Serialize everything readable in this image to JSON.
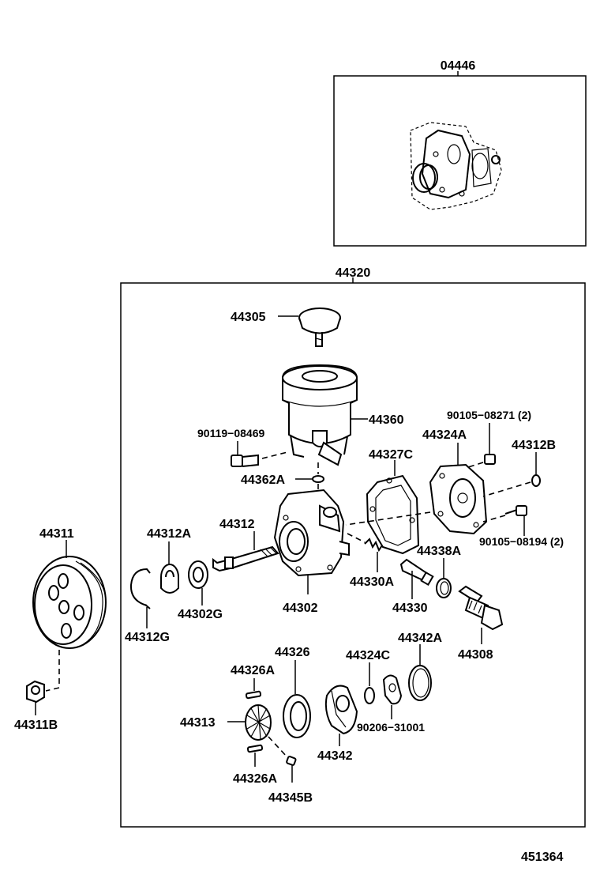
{
  "parts": {
    "p04446": "04446",
    "p44320": "44320",
    "p44305": "44305",
    "p44360": "44360",
    "p90119": "90119−08469",
    "p44362A": "44362A",
    "p90105_08271": "90105−08271 (2)",
    "p44324A": "44324A",
    "p44312B": "44312B",
    "p44327C": "44327C",
    "p90105_08194": "90105−08194 (2)",
    "p44311": "44311",
    "p44312A": "44312A",
    "p44312": "44312",
    "p44302G": "44302G",
    "p44312G": "44312G",
    "p44302": "44302",
    "p44330A": "44330A",
    "p44338A": "44338A",
    "p44330": "44330",
    "p44308": "44308",
    "p44326": "44326",
    "p44324C": "44324C",
    "p44342A": "44342A",
    "p44326A_top": "44326A",
    "p44313": "44313",
    "p90206": "90206−31001",
    "p44342": "44342",
    "p44326A_bot": "44326A",
    "p44345B": "44345B",
    "p44311B": "44311B"
  },
  "figure_number": "451364"
}
